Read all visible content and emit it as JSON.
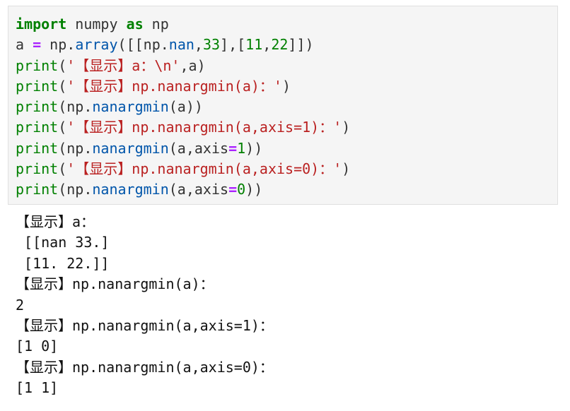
{
  "code_cell": {
    "lines": [
      [
        {
          "t": "import",
          "c": "kw"
        },
        {
          "t": " numpy ",
          "c": ""
        },
        {
          "t": "as",
          "c": "kw"
        },
        {
          "t": " np",
          "c": ""
        }
      ],
      [
        {
          "t": "a ",
          "c": ""
        },
        {
          "t": "=",
          "c": "op"
        },
        {
          "t": " np.",
          "c": ""
        },
        {
          "t": "array",
          "c": "fn"
        },
        {
          "t": "([[np.",
          "c": ""
        },
        {
          "t": "nan",
          "c": "fn"
        },
        {
          "t": ",",
          "c": ""
        },
        {
          "t": "33",
          "c": "nu"
        },
        {
          "t": "],[",
          "c": ""
        },
        {
          "t": "11",
          "c": "nu"
        },
        {
          "t": ",",
          "c": ""
        },
        {
          "t": "22",
          "c": "nu"
        },
        {
          "t": "]])",
          "c": ""
        }
      ],
      [
        {
          "t": "print",
          "c": "bi"
        },
        {
          "t": "(",
          "c": ""
        },
        {
          "t": "'【显示】a：\\n'",
          "c": "st"
        },
        {
          "t": ",a)",
          "c": ""
        }
      ],
      [
        {
          "t": "print",
          "c": "bi"
        },
        {
          "t": "(",
          "c": ""
        },
        {
          "t": "'【显示】np.nanargmin(a)：'",
          "c": "st"
        },
        {
          "t": ")",
          "c": ""
        }
      ],
      [
        {
          "t": "print",
          "c": "bi"
        },
        {
          "t": "(np.",
          "c": ""
        },
        {
          "t": "nanargmin",
          "c": "fn"
        },
        {
          "t": "(a))",
          "c": ""
        }
      ],
      [
        {
          "t": "print",
          "c": "bi"
        },
        {
          "t": "(",
          "c": ""
        },
        {
          "t": "'【显示】np.nanargmin(a,axis=1)：'",
          "c": "st"
        },
        {
          "t": ")",
          "c": ""
        }
      ],
      [
        {
          "t": "print",
          "c": "bi"
        },
        {
          "t": "(np.",
          "c": ""
        },
        {
          "t": "nanargmin",
          "c": "fn"
        },
        {
          "t": "(a,axis",
          "c": ""
        },
        {
          "t": "=",
          "c": "op"
        },
        {
          "t": "1",
          "c": "nu"
        },
        {
          "t": "))",
          "c": ""
        }
      ],
      [
        {
          "t": "print",
          "c": "bi"
        },
        {
          "t": "(",
          "c": ""
        },
        {
          "t": "'【显示】np.nanargmin(a,axis=0)：'",
          "c": "st"
        },
        {
          "t": ")",
          "c": ""
        }
      ],
      [
        {
          "t": "print",
          "c": "bi"
        },
        {
          "t": "(np.",
          "c": ""
        },
        {
          "t": "nanargmin",
          "c": "fn"
        },
        {
          "t": "(a,axis",
          "c": ""
        },
        {
          "t": "=",
          "c": "op"
        },
        {
          "t": "0",
          "c": "nu"
        },
        {
          "t": "))",
          "c": ""
        }
      ]
    ]
  },
  "output": {
    "lines": [
      "【显示】a：",
      " [[nan 33.]",
      " [11. 22.]]",
      "【显示】np.nanargmin(a)：",
      "2",
      "【显示】np.nanargmin(a,axis=1)：",
      "[1 0]",
      "【显示】np.nanargmin(a,axis=0)：",
      "[1 1]"
    ]
  }
}
